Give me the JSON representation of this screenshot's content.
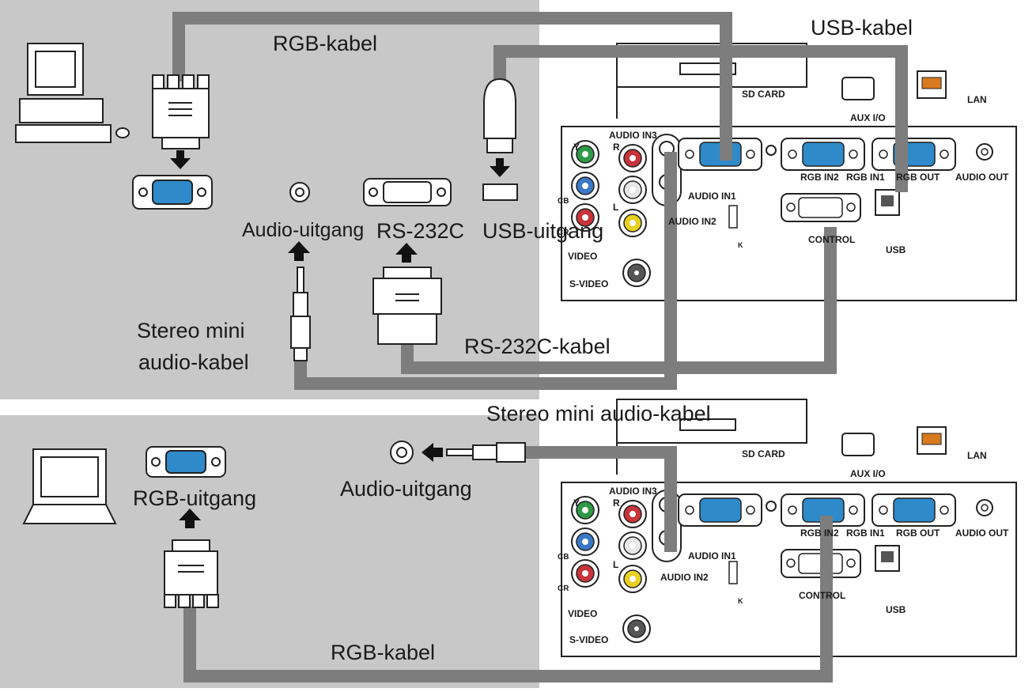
{
  "top": {
    "rgb_cable": "RGB-kabel",
    "usb_cable": "USB-kabel",
    "audio_out": "Audio-uitgang",
    "rs232c": "RS-232C",
    "usb_out": "USB-uitgang",
    "stereo_line1": "Stereo mini",
    "stereo_line2": "audio-kabel",
    "rs232c_cable": "RS-232C-kabel"
  },
  "bottom": {
    "stereo_cable": "Stereo mini audio-kabel",
    "rgb_out": "RGB-uitgang",
    "audio_out": "Audio-uitgang",
    "rgb_cable": "RGB-kabel"
  },
  "panel": {
    "sd_card": "SD CARD",
    "aux": "AUX I/O",
    "lan": "LAN",
    "audio_in3": "AUDIO IN3",
    "audio_in1": "AUDIO IN1",
    "audio_in2": "AUDIO IN2",
    "rgb_in2": "RGB IN2",
    "rgb_in1": "RGB IN1",
    "rgb_out": "RGB OUT",
    "audio_out": "AUDIO OUT",
    "control": "CONTROL",
    "usb": "USB",
    "video": "VIDEO",
    "svideo": "S-VIDEO",
    "y": "Y",
    "cb": "CB",
    "cr": "CR",
    "r": "R",
    "l": "L",
    "k": "K"
  },
  "colors": {
    "background_panel": "#c8c8c8",
    "cable": "#7d7d7d",
    "connector_blue": "#2e8ac8",
    "jack_green": "#2e9a48",
    "jack_red": "#c8343a",
    "jack_blue": "#3a78c8",
    "jack_yellow": "#e8d020"
  }
}
